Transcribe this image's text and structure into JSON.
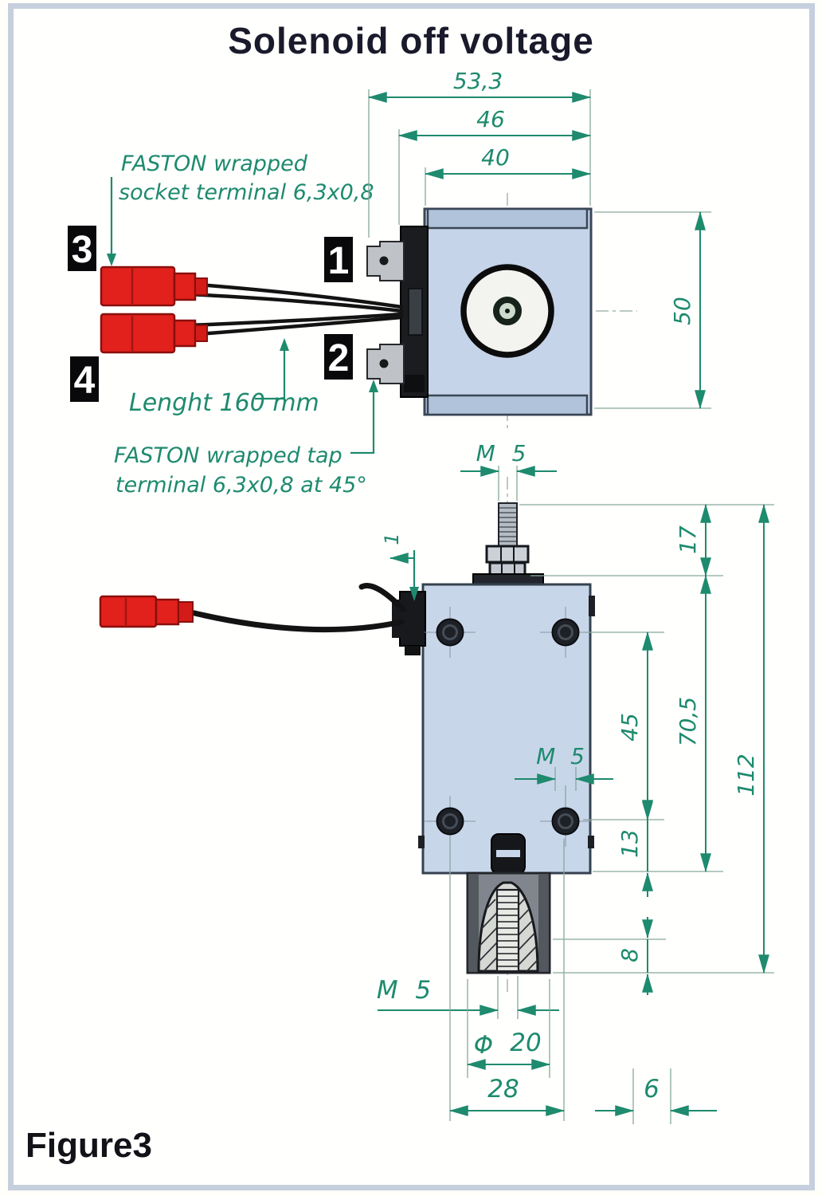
{
  "frame": {
    "title": "Solenoid off voltage",
    "figure_label": "Figure3"
  },
  "colors": {
    "dimension_teal": "#1e8a6e",
    "body_blue": "#c5d4e8",
    "terminal_red": "#e2211c",
    "frame_border": "#c6cfde",
    "ink": "#191a2b"
  },
  "notes": {
    "socket_terminal_line1": "FASTON wrapped",
    "socket_terminal_line2": "socket terminal 6,3x0,8",
    "wire_length": "Lenght 160 mm",
    "tap_terminal_line1": "FASTON wrapped tap",
    "tap_terminal_line2": "terminal 6,3x0,8 at 45°"
  },
  "markers": {
    "m1": "1",
    "m2": "2",
    "m3": "3",
    "m4": "4"
  },
  "dims": {
    "overall_width": "53,3",
    "flange_width": "46",
    "body_width": "40",
    "body_height_top_view": "50",
    "stud_thread": "M 5",
    "stud_height": "17",
    "plate_thickness": "1",
    "screw_spacing": "45",
    "body_height_front": "70,5",
    "overall_height": "112",
    "screw_to_base": "13",
    "plunger_exposed": "8",
    "screw_thread": "M 5",
    "plunger_thread": "M 5",
    "dia_symbol": "Φ",
    "plunger_dia": "20",
    "base_width": "28",
    "side_offset": "6"
  }
}
